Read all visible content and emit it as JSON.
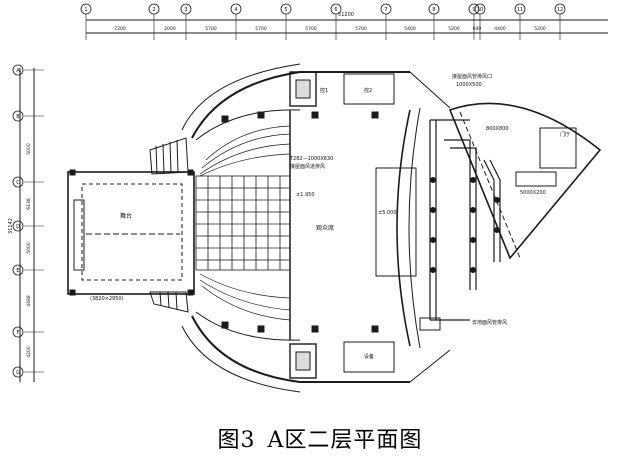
{
  "caption": {
    "figure_no": "图3",
    "title": "A区二层平面图"
  },
  "grid_top": {
    "overall": "51200",
    "dims": [
      "7200",
      "2000",
      "5700",
      "5700",
      "5700",
      "5700",
      "5400",
      "5200",
      "640",
      "4400",
      "5200"
    ],
    "axes": [
      "1",
      "2",
      "3",
      "4",
      "5",
      "6",
      "7",
      "8",
      "9",
      "10",
      "11",
      "12"
    ]
  },
  "grid_left": {
    "overall": "31142",
    "dims": [
      "5000",
      "6138",
      "5000",
      "4488",
      "4200"
    ],
    "axes": [
      "A",
      "B",
      "C",
      "D",
      "E",
      "F",
      "G"
    ]
  },
  "labels": {
    "duct_a": "T282—1000X630",
    "duct_b": "接屋面风道排风",
    "stage": "舞台",
    "hall": "观众席",
    "elev_top": "±1.950",
    "elev_mid": "±5.000",
    "rect_note": "(3820×2950)",
    "right_top": "接屋面风管排风口",
    "right_top2": "1000X500",
    "right_mid": "800X800",
    "right_box": "5000X200",
    "bottom_note": "去地面风管排风",
    "room_1": "控1",
    "room_2": "控2",
    "room_3": "设备",
    "room_4": "门厅"
  }
}
